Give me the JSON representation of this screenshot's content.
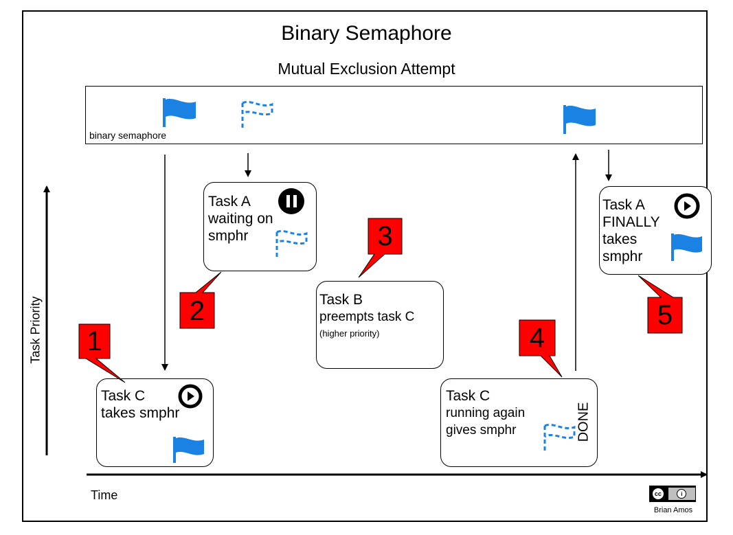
{
  "title": "Binary Semaphore",
  "subtitle": "Mutual Exclusion Attempt",
  "semaphore_label": "binary semaphore",
  "axes": {
    "y_label": "Task Priority",
    "x_label": "Time"
  },
  "tasks": [
    {
      "step": "1",
      "lines": [
        "Task C",
        "takes smphr"
      ],
      "state_icon": "play-icon",
      "flag": "solid-flag"
    },
    {
      "step": "2",
      "lines": [
        "Task A",
        "waiting on",
        "smphr"
      ],
      "state_icon": "pause-icon",
      "flag": "dashed-flag"
    },
    {
      "step": "3",
      "lines": [
        "Task B",
        "preempts task C"
      ],
      "note": "(higher priority)"
    },
    {
      "step": "4",
      "lines": [
        "Task C",
        "running again",
        "gives smphr"
      ],
      "side_label": "DONE",
      "flag": "dashed-flag"
    },
    {
      "step": "5",
      "lines": [
        "Task A",
        "FINALLY",
        "takes",
        "smphr"
      ],
      "state_icon": "play-icon",
      "flag": "solid-flag"
    }
  ],
  "license": {
    "cc": "cc",
    "by": "BY",
    "author": "Brian Amos"
  },
  "colors": {
    "flag": "#1a82e2",
    "callout": "#ff0000",
    "icon": "#000000"
  }
}
